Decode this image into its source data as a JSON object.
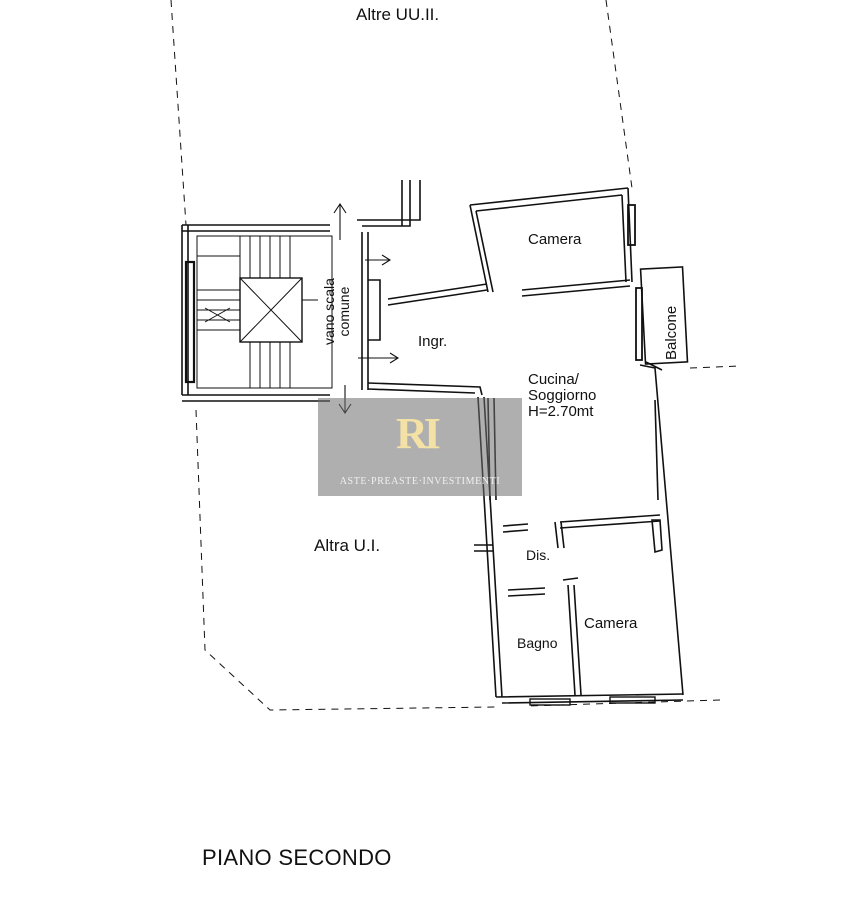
{
  "labels": {
    "top_units": "Altre UU.II.",
    "other_unit": "Altra U.I.",
    "stair_line1": "vano scala",
    "stair_line2": "comune",
    "entry": "Ingr.",
    "bedroom_top": "Camera",
    "balcony": "Balcone",
    "kitchen_line1": "Cucina/",
    "kitchen_line2": "Soggiorno",
    "kitchen_line3": "H=2.70mt",
    "hall": "Dis.",
    "bath": "Bagno",
    "bedroom_bottom": "Camera",
    "floor_title": "PIANO SECONDO"
  },
  "watermark": {
    "logo_text": "RI",
    "company": "ASTE·PREASTE·INVESTIMENTI"
  },
  "colors": {
    "line": "#111111",
    "watermark_bg": "#6e6e6e",
    "logo_gold": "#f4e1a6"
  }
}
